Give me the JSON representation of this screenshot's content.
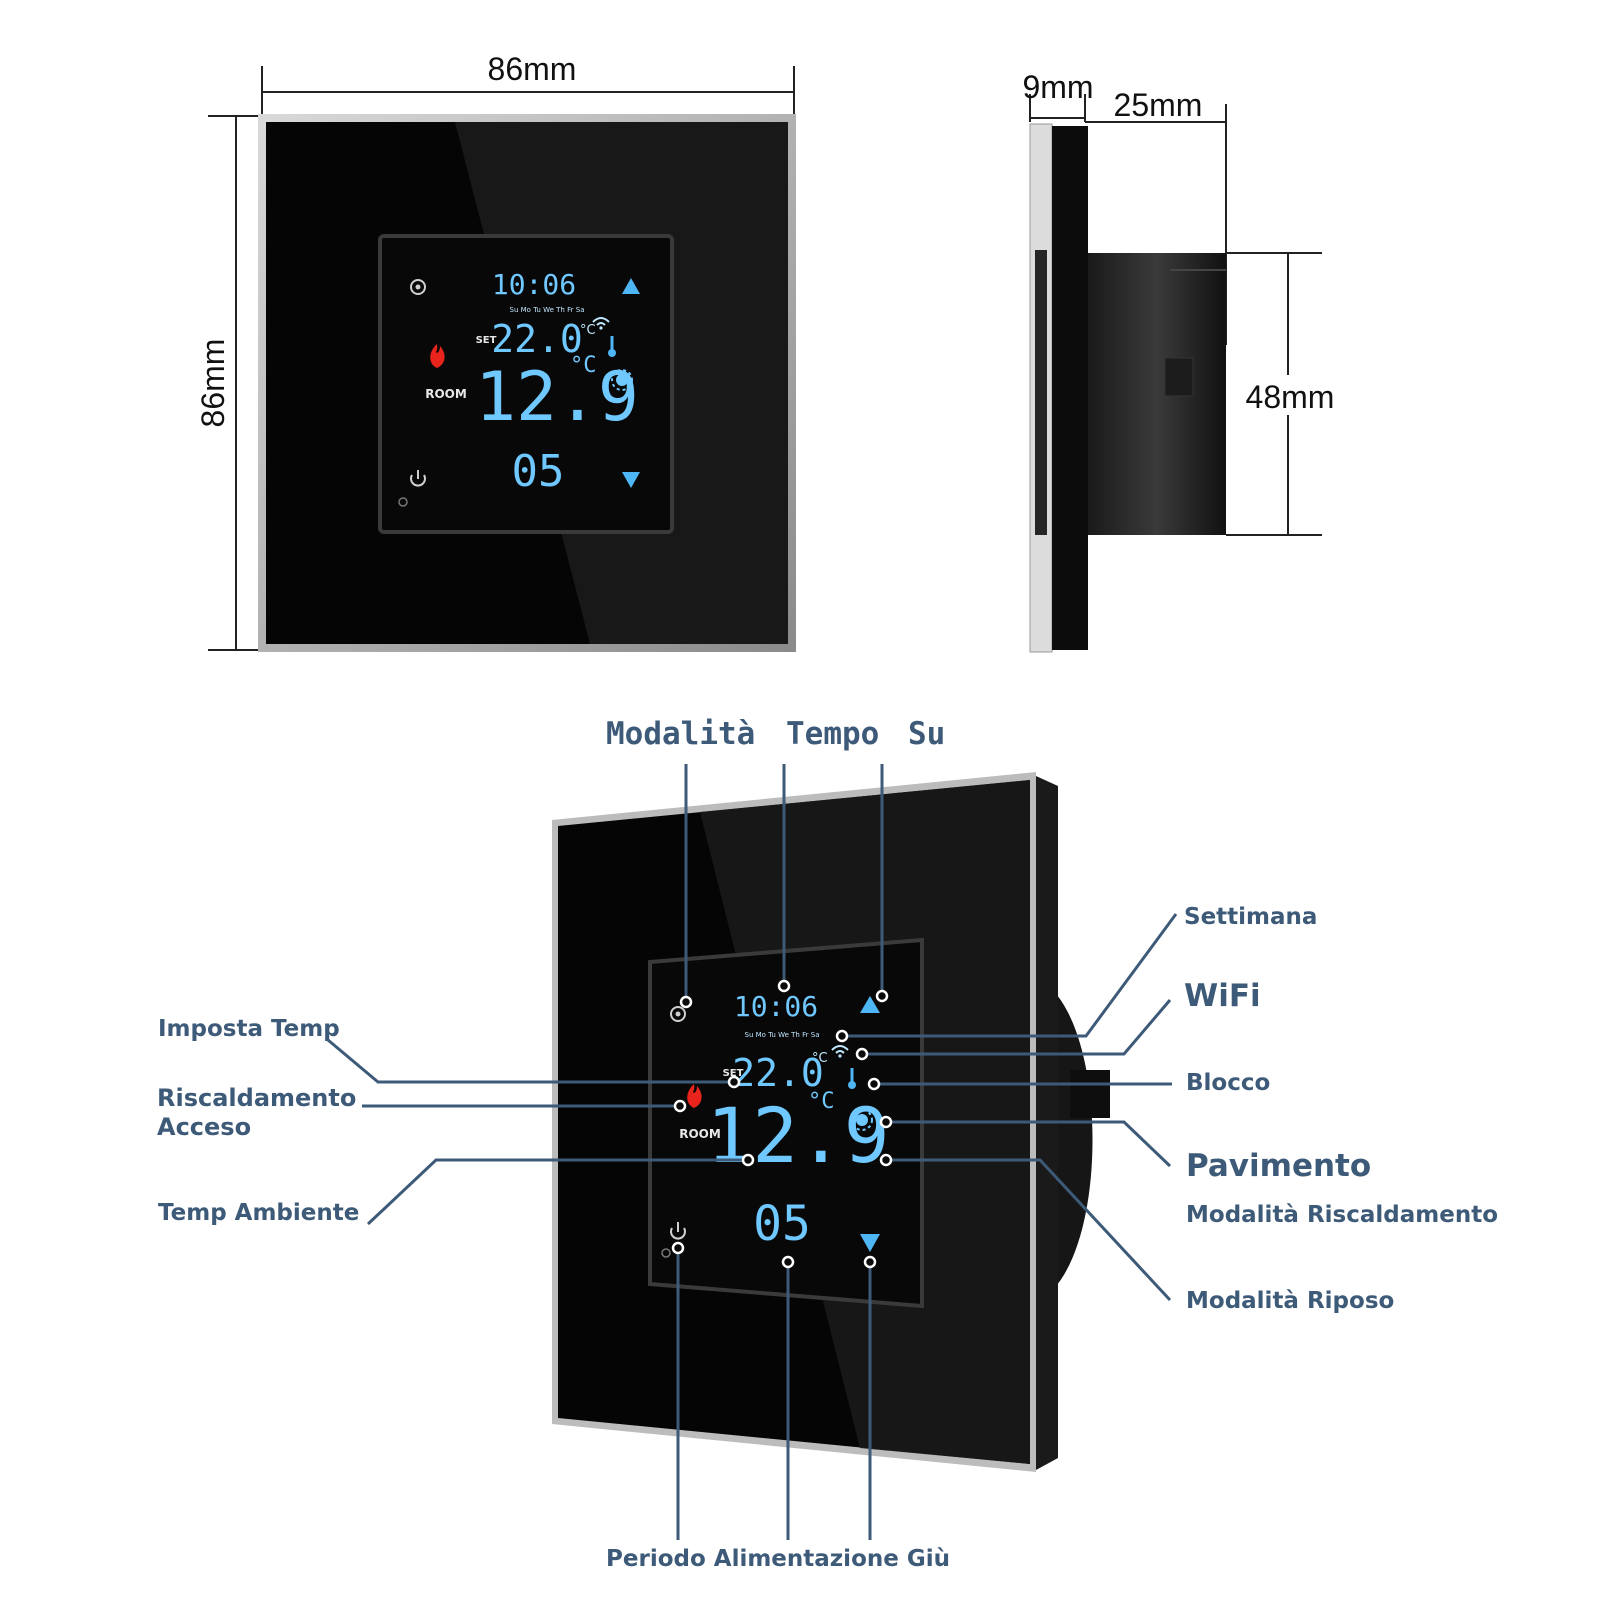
{
  "dimensions": {
    "front_width": "86mm",
    "front_height": "86mm",
    "side_depth_glass": "9mm",
    "side_depth_body": "25mm",
    "side_body_height": "48mm"
  },
  "display": {
    "time": "10:06",
    "days": [
      "Su",
      "Mo",
      "Tu",
      "We",
      "Th",
      "Fr",
      "Sa"
    ],
    "set_label": "SET",
    "set_temp": "22.0",
    "room_temp": "12.9",
    "unit": "°C",
    "room_label": "ROOM",
    "period": "05"
  },
  "callouts": {
    "top": {
      "modalita": "Modalità",
      "tempo": "Tempo",
      "su": "Su"
    },
    "left": {
      "imposta_temp": "Imposta Temp",
      "riscaldamento_line1": "Riscaldamento",
      "riscaldamento_line2": "Acceso",
      "temp_ambiente": "Temp Ambiente"
    },
    "right": {
      "settimana": "Settimana",
      "wifi": "WiFi",
      "blocco": "Blocco",
      "pavimento": "Pavimento",
      "modalita_riscaldamento": "Modalità Riscaldamento",
      "modalita_riposo": "Modalità Riposo"
    },
    "bottom": {
      "periodo": "Periodo Alimentazione Giù"
    }
  },
  "icons": [
    "gear-icon",
    "up-arrow-icon",
    "down-arrow-icon",
    "flame-icon",
    "power-icon",
    "wifi-icon",
    "thermometer-icon",
    "sun-icon",
    "moon-icon",
    "lock-icon"
  ],
  "colors": {
    "lcd_blue": "#6fc8ff",
    "flame_red": "#e8241d",
    "callout_text": "#3d5a78",
    "glass_black": "#050505"
  }
}
